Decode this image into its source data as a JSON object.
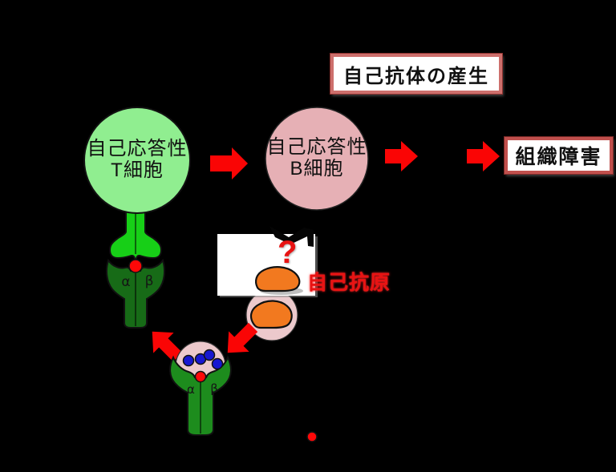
{
  "colors": {
    "background": "#000000",
    "t_cell_fill": "#90ee90",
    "tcr_green": "#17cf17",
    "mhc_green": "#176b17",
    "lower_green": "#1d8c1d",
    "b_cell_fill": "#e6b0b5",
    "apc_pink": "#ecc9cc",
    "antigen_orange": "#f2791f",
    "arrow_red": "#fa0505",
    "label_red": "#e81313",
    "peptide_red": "#ff0808",
    "epitope_blue": "#1717d1",
    "box1_border": "#cd6f6c",
    "box2_border": "#c0504d"
  },
  "cells": {
    "t_cell": {
      "line1": "自己応答性",
      "line2": "T細胞"
    },
    "b_cell": {
      "line1": "自己応答性",
      "line2": "B細胞"
    }
  },
  "boxes": {
    "autoantibody_production": "自己抗体の産生",
    "tissue_damage": "組織障害"
  },
  "labels": {
    "self_antigen": "自己抗原",
    "question_mark": "?",
    "alpha": "α",
    "beta": "β"
  }
}
